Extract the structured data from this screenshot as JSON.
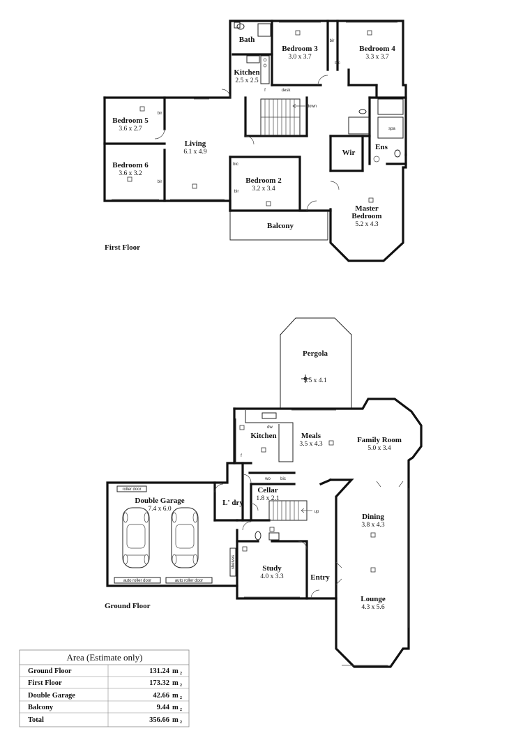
{
  "first_floor": {
    "label": "First Floor",
    "rooms": {
      "bath": {
        "name": "Bath",
        "dim": ""
      },
      "bedroom3": {
        "name": "Bedroom 3",
        "dim": "3.0 x 3.7"
      },
      "bedroom4": {
        "name": "Bedroom 4",
        "dim": "3.3 x 3.7"
      },
      "kitchen": {
        "name": "Kitchen",
        "dim": "2.5 x 2.5"
      },
      "bedroom5": {
        "name": "Bedroom 5",
        "dim": "3.6 x 2.7"
      },
      "bedroom6": {
        "name": "Bedroom 6",
        "dim": "3.6 x 3.2"
      },
      "living": {
        "name": "Living",
        "dim": "6.1 x 4.9"
      },
      "bedroom2": {
        "name": "Bedroom 2",
        "dim": "3.2 x 3.4"
      },
      "wir": {
        "name": "Wir",
        "dim": ""
      },
      "ens": {
        "name": "Ens",
        "dim": ""
      },
      "master_line1": {
        "name": "Master",
        "dim": ""
      },
      "master_line2": {
        "name": "Bedroom",
        "dim": "5.2 x 4.3"
      },
      "balcony": {
        "name": "Balcony",
        "dim": ""
      }
    },
    "annotations": {
      "bir": "bir",
      "bic": "bic",
      "desk": "desk",
      "down": "down",
      "spa": "spa",
      "f": "f"
    }
  },
  "ground_floor": {
    "label": "Ground Floor",
    "rooms": {
      "pergola": {
        "name": "Pergola",
        "dim": "5.5 x 4.1"
      },
      "kitchen": {
        "name": "Kitchen",
        "dim": ""
      },
      "meals": {
        "name": "Meals",
        "dim": "3.5 x 4.3"
      },
      "family": {
        "name": "Family Room",
        "dim": "5.0 x 3.4"
      },
      "garage": {
        "name": "Double Garage",
        "dim": "7.4 x 6.0"
      },
      "ldry": {
        "name": "L' dry",
        "dim": ""
      },
      "cellar": {
        "name": "Cellar",
        "dim": "1.8 x 2.1"
      },
      "dining": {
        "name": "Dining",
        "dim": "3.8 x 4.3"
      },
      "study": {
        "name": "Study",
        "dim": "4.0 x 3.3"
      },
      "entry": {
        "name": "Entry",
        "dim": ""
      },
      "lounge": {
        "name": "Lounge",
        "dim": "4.3 x 5.6"
      }
    },
    "annotations": {
      "roller_door": "roller door",
      "auto_roller_door_1": "auto roller door",
      "auto_roller_door_2": "auto roller door",
      "dw": "dw",
      "wo": "wo",
      "bic": "bic",
      "up": "up",
      "shelves": "shelves",
      "f": "f"
    }
  },
  "area_table": {
    "title": "Area (Estimate only)",
    "unit": "m",
    "unit_sup": "2",
    "rows": [
      {
        "label": "Ground Floor",
        "value": "131.24"
      },
      {
        "label": "First Floor",
        "value": "173.32"
      },
      {
        "label": "Double Garage",
        "value": "42.66"
      },
      {
        "label": "Balcony",
        "value": "9.44"
      },
      {
        "label": "Total",
        "value": "356.66"
      }
    ]
  },
  "colors": {
    "wall": "#111111",
    "background": "#ffffff",
    "table_border": "#888888"
  }
}
